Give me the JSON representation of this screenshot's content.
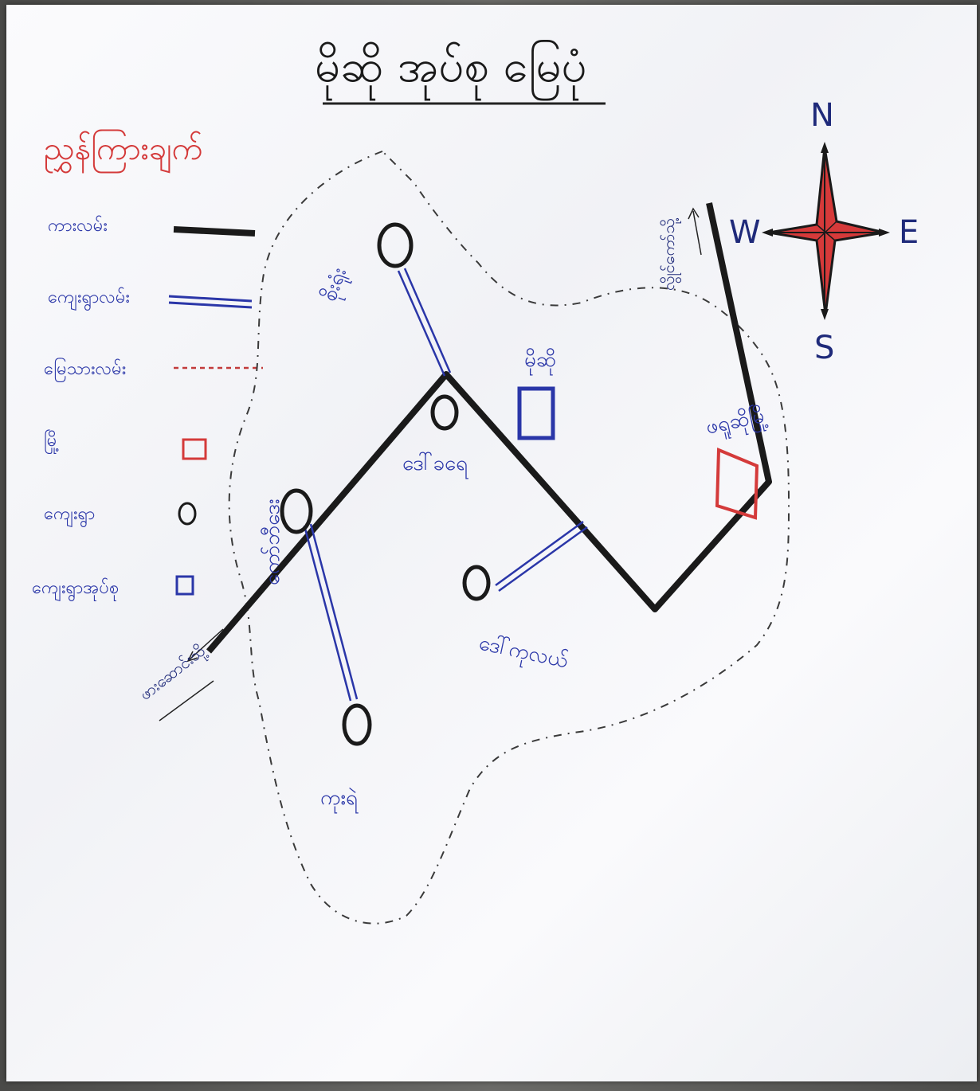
{
  "map": {
    "title": "မိုဆို အုပ်စု မြေပုံ",
    "legend": {
      "title": "ညွှန်ကြားချက်",
      "items": [
        {
          "key": "highway",
          "label": "ကားလမ်း",
          "symbol": "thick-black-line"
        },
        {
          "key": "footpath",
          "label": "ကျေးရွာလမ်း",
          "symbol": "double-blue-line"
        },
        {
          "key": "boundary",
          "label": "မြေသားလမ်း",
          "symbol": "red-dashed-line"
        },
        {
          "key": "town",
          "label": "မြို့",
          "symbol": "red-square"
        },
        {
          "key": "village",
          "label": "ကျေးရွာ",
          "symbol": "black-circle"
        },
        {
          "key": "village-tract",
          "label": "ကျေးရွာအုပ်စု",
          "symbol": "blue-square"
        }
      ]
    },
    "places": {
      "north_village": "စိုးရုံး",
      "mosho": "မိုဆို",
      "center_village": "ဒေါ်ခရေ",
      "west_village": "ကော်ဘီဒေး",
      "south_center_village": "ဒေါ်ကုလယ်",
      "south_village": "ကုးရဲ",
      "town": "ဖရူဆိုမြို့"
    },
    "road_arrows": {
      "northeast": "လွိုင်ကော်သို့",
      "southwest": "ဖားဆောင်းသို့"
    },
    "compass": {
      "n": "N",
      "s": "S",
      "e": "E",
      "w": "W"
    },
    "colors": {
      "road": "#1a1a1a",
      "footpath": "#2a36a8",
      "boundary": "#c23b3b",
      "town": "#d43a3a",
      "village_tract": "#2a36a8",
      "compass_red": "#d63a3a"
    }
  }
}
